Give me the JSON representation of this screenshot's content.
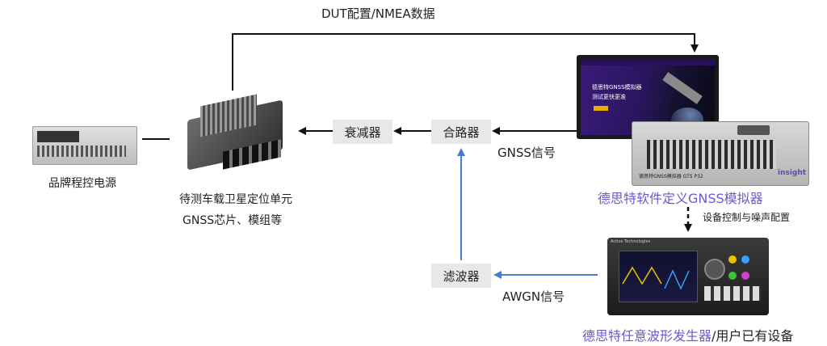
{
  "top_link_label": "DUT配置/NMEA数据",
  "power_supply": {
    "label": "品牌程控电源"
  },
  "dut": {
    "label_line1": "待测车载卫星定位单元",
    "label_line2": "GNSS芯片、模组等"
  },
  "attenuator": {
    "label": "衰减器"
  },
  "combiner": {
    "label": "合路器"
  },
  "filter": {
    "label": "滤波器"
  },
  "gnss_signal_label": "GNSS信号",
  "awgn_signal_label": "AWGN信号",
  "simulator": {
    "label": "德思特软件定义GNSS模拟器",
    "screen_text_line1": "德思特GNSS模拟器",
    "screen_text_line2": "测试更快更准",
    "panel_text": "德思特GNSS模拟器 GTS P32",
    "brand": "insight"
  },
  "control_label": "设备控制与噪声配置",
  "awg": {
    "label_brand": "德思特任意波形发生器",
    "label_suffix": "/用户已有设备",
    "maker": "Active Technologies"
  },
  "colors": {
    "accent_purple": "#6a5acd",
    "blue_line": "#4a7bd0",
    "box_gray": "#e8e8e8"
  }
}
